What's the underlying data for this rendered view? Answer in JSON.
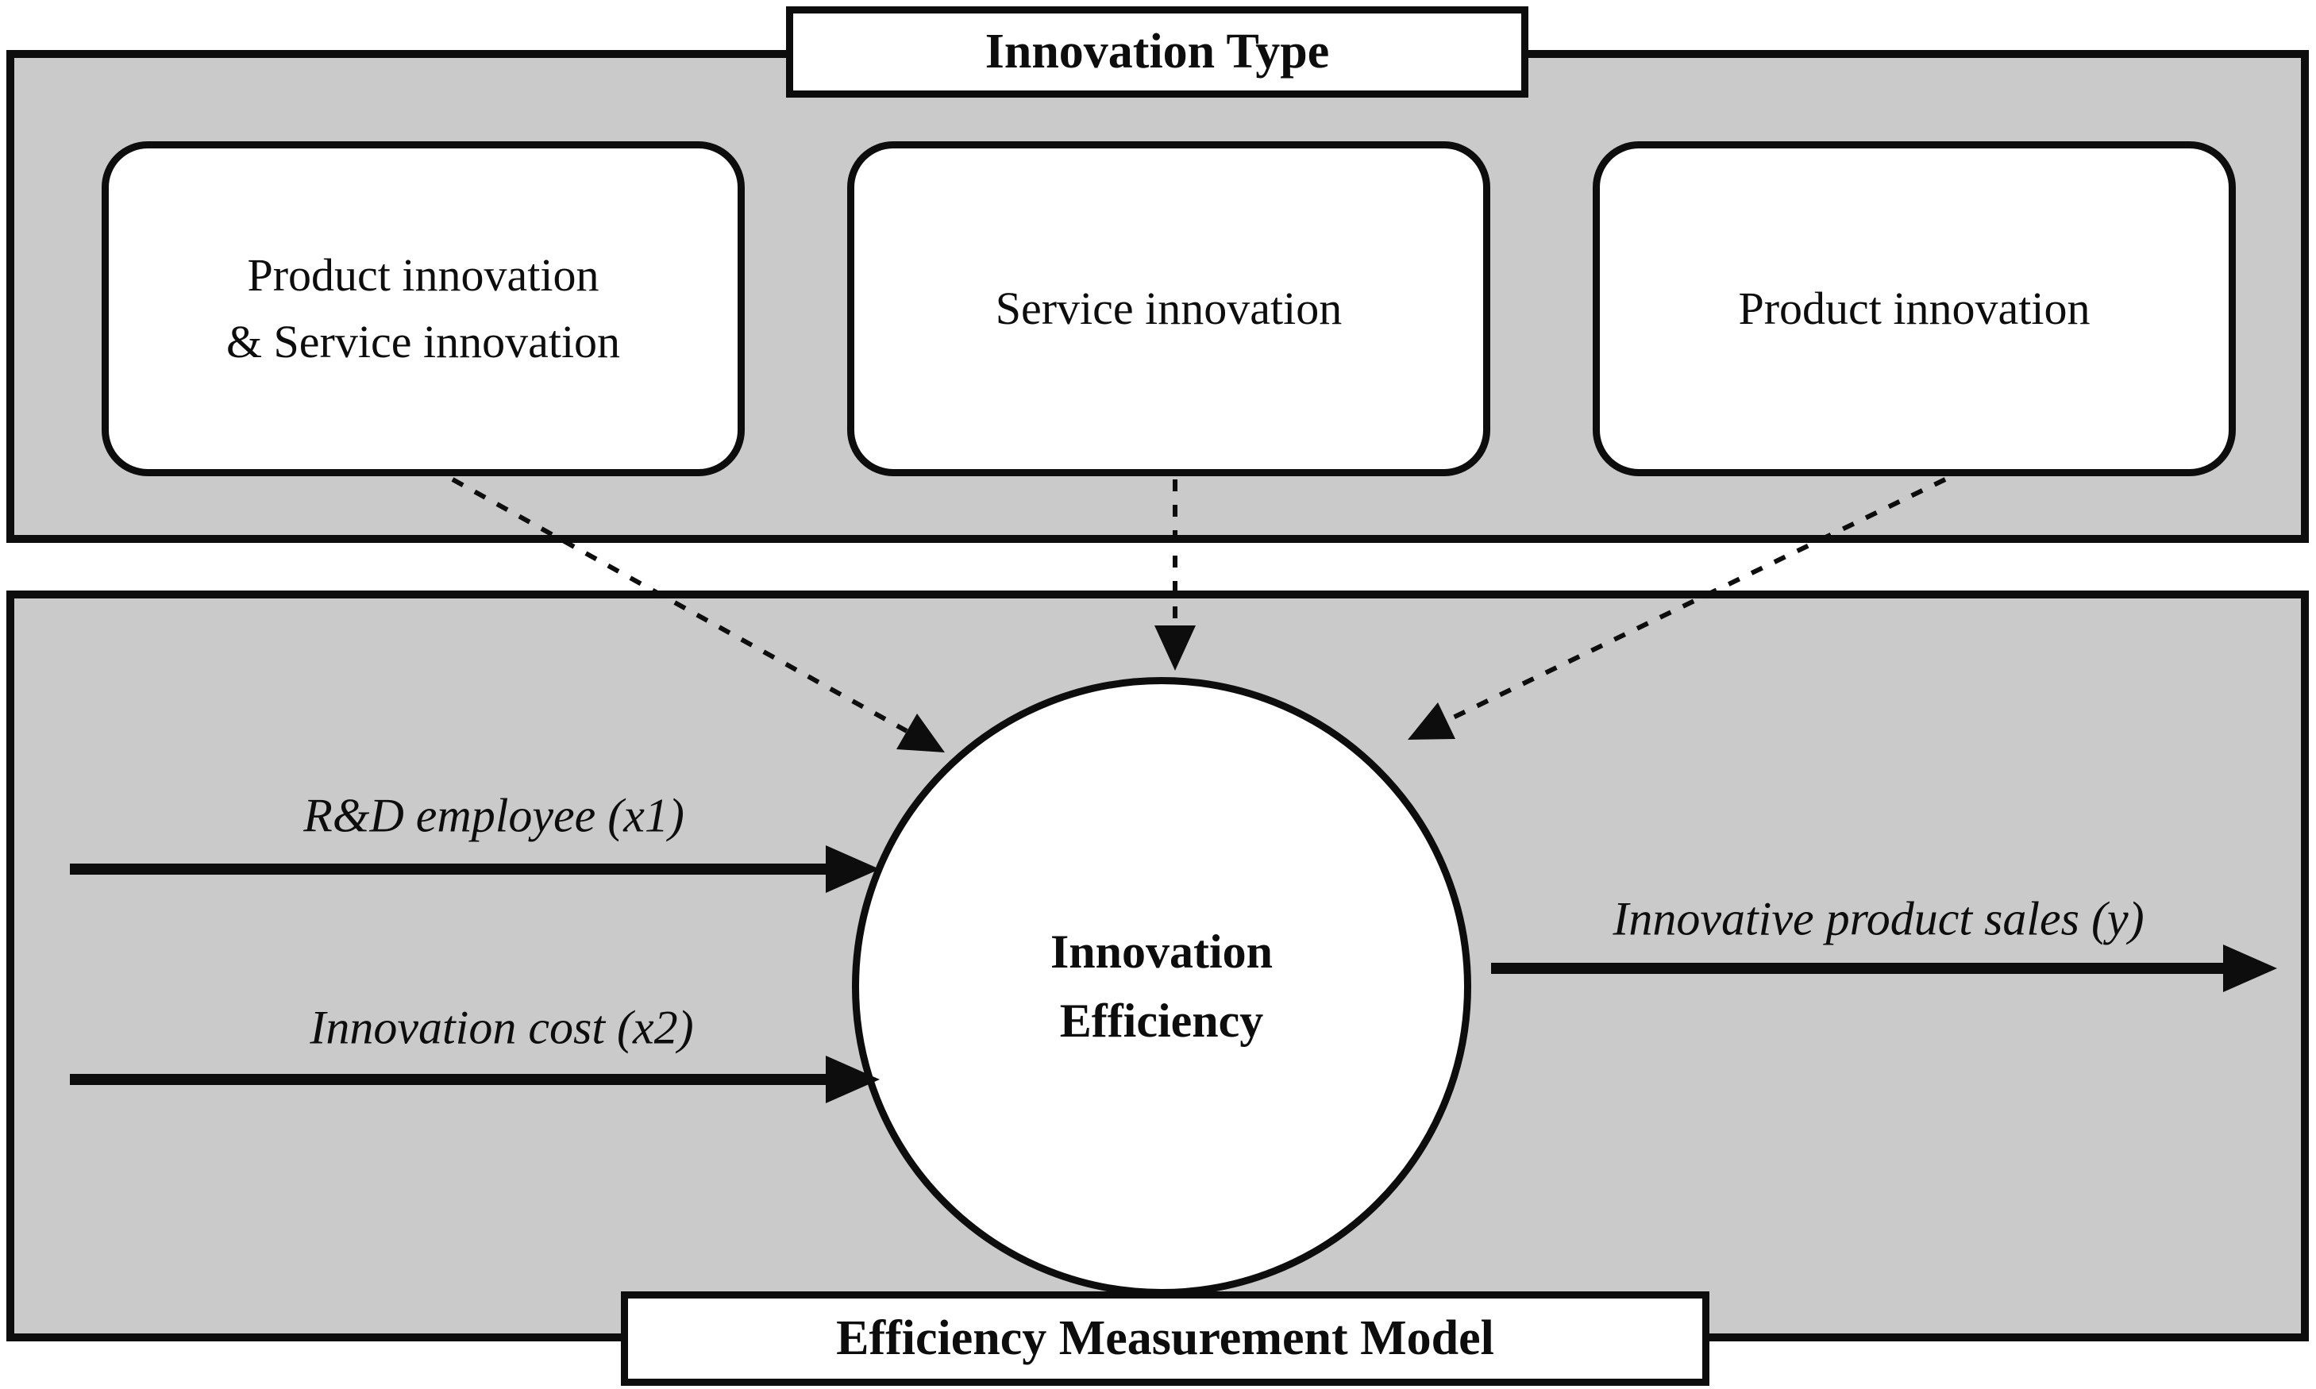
{
  "colors": {
    "panel_bg": "#cacaca",
    "ink": "#0d0d0d",
    "box_bg": "#ffffff"
  },
  "innovation_type_section": {
    "title": "Innovation Type",
    "boxes": [
      {
        "label": "Product innovation\n& Service innovation"
      },
      {
        "label": "Service innovation"
      },
      {
        "label": "Product innovation"
      }
    ]
  },
  "efficiency_model_section": {
    "title": "Efficiency Measurement Model",
    "circle_label": "Innovation\nEfficiency",
    "inputs": [
      {
        "label": "R&D employee (x1)"
      },
      {
        "label": "Innovation cost (x2)"
      }
    ],
    "output": {
      "label": "Innovative product sales (y)"
    }
  }
}
